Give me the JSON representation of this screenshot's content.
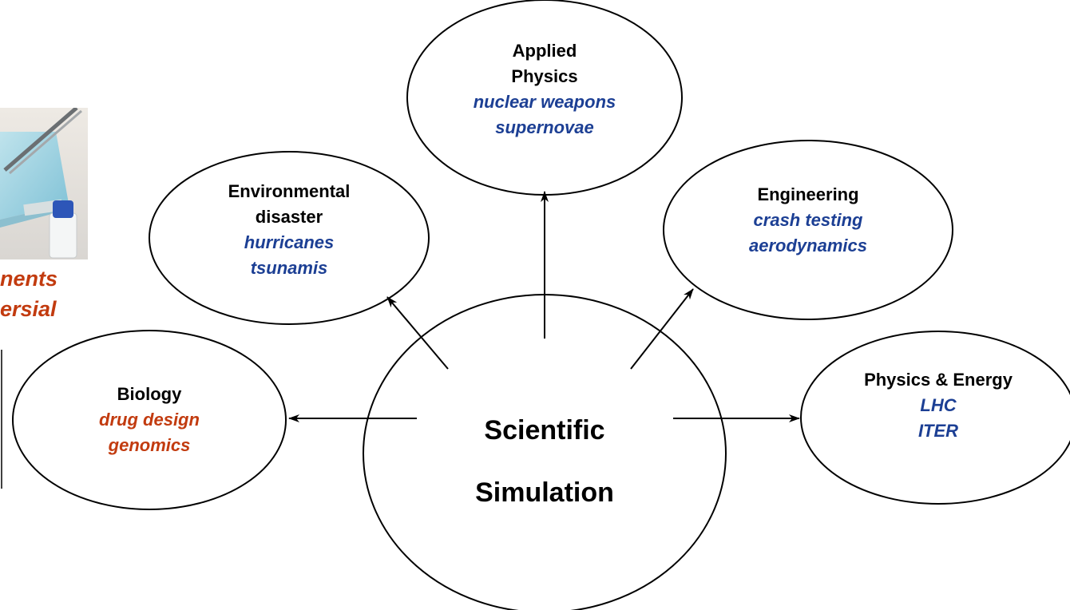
{
  "colors": {
    "title": "#000000",
    "topic_blue": "#1c3f94",
    "topic_red": "#c23b0f",
    "line": "#000000",
    "background": "#ffffff"
  },
  "clipped_caption": {
    "line1": "nents",
    "line2": "ersial"
  },
  "center": {
    "line1": "Scientific",
    "line2": "Simulation"
  },
  "nodes": [
    {
      "id": "applied-physics",
      "title_lines": [
        "Applied",
        "Physics"
      ],
      "topics": [
        "nuclear weapons",
        "supernovae"
      ],
      "topic_color": "#1c3f94"
    },
    {
      "id": "environmental-disaster",
      "title_lines": [
        "Environmental",
        "disaster"
      ],
      "topics": [
        "hurricanes",
        "tsunamis"
      ],
      "topic_color": "#1c3f94"
    },
    {
      "id": "engineering",
      "title_lines": [
        "Engineering"
      ],
      "topics": [
        "crash testing",
        "aerodynamics"
      ],
      "topic_color": "#1c3f94"
    },
    {
      "id": "biology",
      "title_lines": [
        "Biology"
      ],
      "topics": [
        "drug design",
        "genomics"
      ],
      "topic_color": "#c23b0f"
    },
    {
      "id": "physics-energy",
      "title_lines": [
        "Physics & Energy"
      ],
      "topics": [
        "LHC",
        "ITER"
      ],
      "topic_color": "#1c3f94"
    }
  ]
}
